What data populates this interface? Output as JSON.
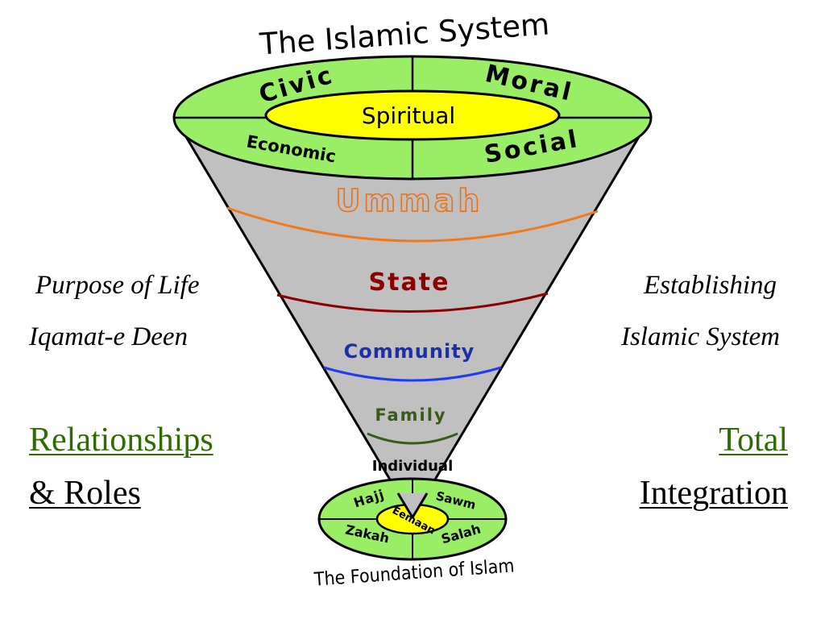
{
  "title": "The Islamic System",
  "top_ring": {
    "center": "Spiritual",
    "segments": [
      "Civic",
      "Moral",
      "Economic",
      "Social"
    ]
  },
  "levels": [
    {
      "label": "Ummah",
      "color": "#e8711a"
    },
    {
      "label": "State",
      "color": "#8b0000"
    },
    {
      "label": "Community",
      "color": "#1b2fa8"
    },
    {
      "label": "Family",
      "color": "#3a5a1a"
    },
    {
      "label": "Individual",
      "color": "#000000"
    }
  ],
  "bottom_ring": {
    "center": "Eemaan",
    "segments": [
      "Hajj",
      "Sawm",
      "Zakah",
      "Salah"
    ]
  },
  "footer": "The Foundation of Islam",
  "left": {
    "line1": "Purpose of Life",
    "line2": "Iqamat-e Deen",
    "heading": "Relationships",
    "sub": "& Roles"
  },
  "right": {
    "line1": "Establishing",
    "line2": "Islamic System",
    "heading": "Total",
    "sub": "Integration"
  },
  "colors": {
    "ring_green": "#99ee66",
    "center_yellow": "#ffff00",
    "cone_gray": "#c0c0c0",
    "heading_green": "#2f6b00"
  }
}
